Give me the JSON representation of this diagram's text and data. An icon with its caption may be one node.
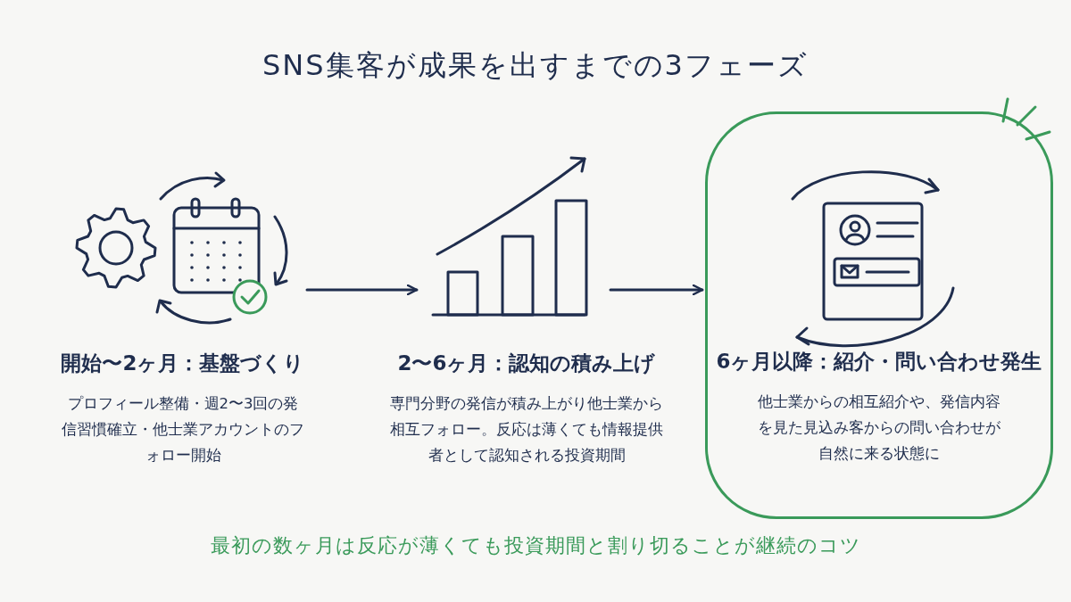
{
  "diagram": {
    "title": "SNS集客が成果を出すまでの3フェーズ",
    "caption": "最初の数ヶ月は反応が薄くても投資期間と割り切ることが継続のコツ",
    "nodes": [
      {
        "text": [],
        "shape": "picture",
        "beside": [
          "開始〜2ヶ月：基盤づくり",
          "プロフィール整備・週2〜3回の発信習慣確立・他士業アカウントのフォロー開始"
        ]
      },
      {
        "text": [],
        "shape": "picture",
        "beside": [
          "2〜6ヶ月：認知の積み上げ",
          "専門分野の発信が積み上がり他士業から相互フォロー。反応は薄くても情報提供者として認知される投資期間"
        ]
      },
      {
        "text": [
          "6ヶ月以降：紹介・問い合わせ発生",
          "他士業からの相互紹介や、発信内容を見た見込み客からの問い合わせが自然に来る状態に"
        ]
      },
      {
        "text": [],
        "shape": "picture",
        "in": 2
      }
    ],
    "edges": [
      {
        "from": 0,
        "to": 1,
        "arrow": "to"
      },
      {
        "from": 1,
        "to": 2,
        "arrow": "to"
      }
    ]
  }
}
